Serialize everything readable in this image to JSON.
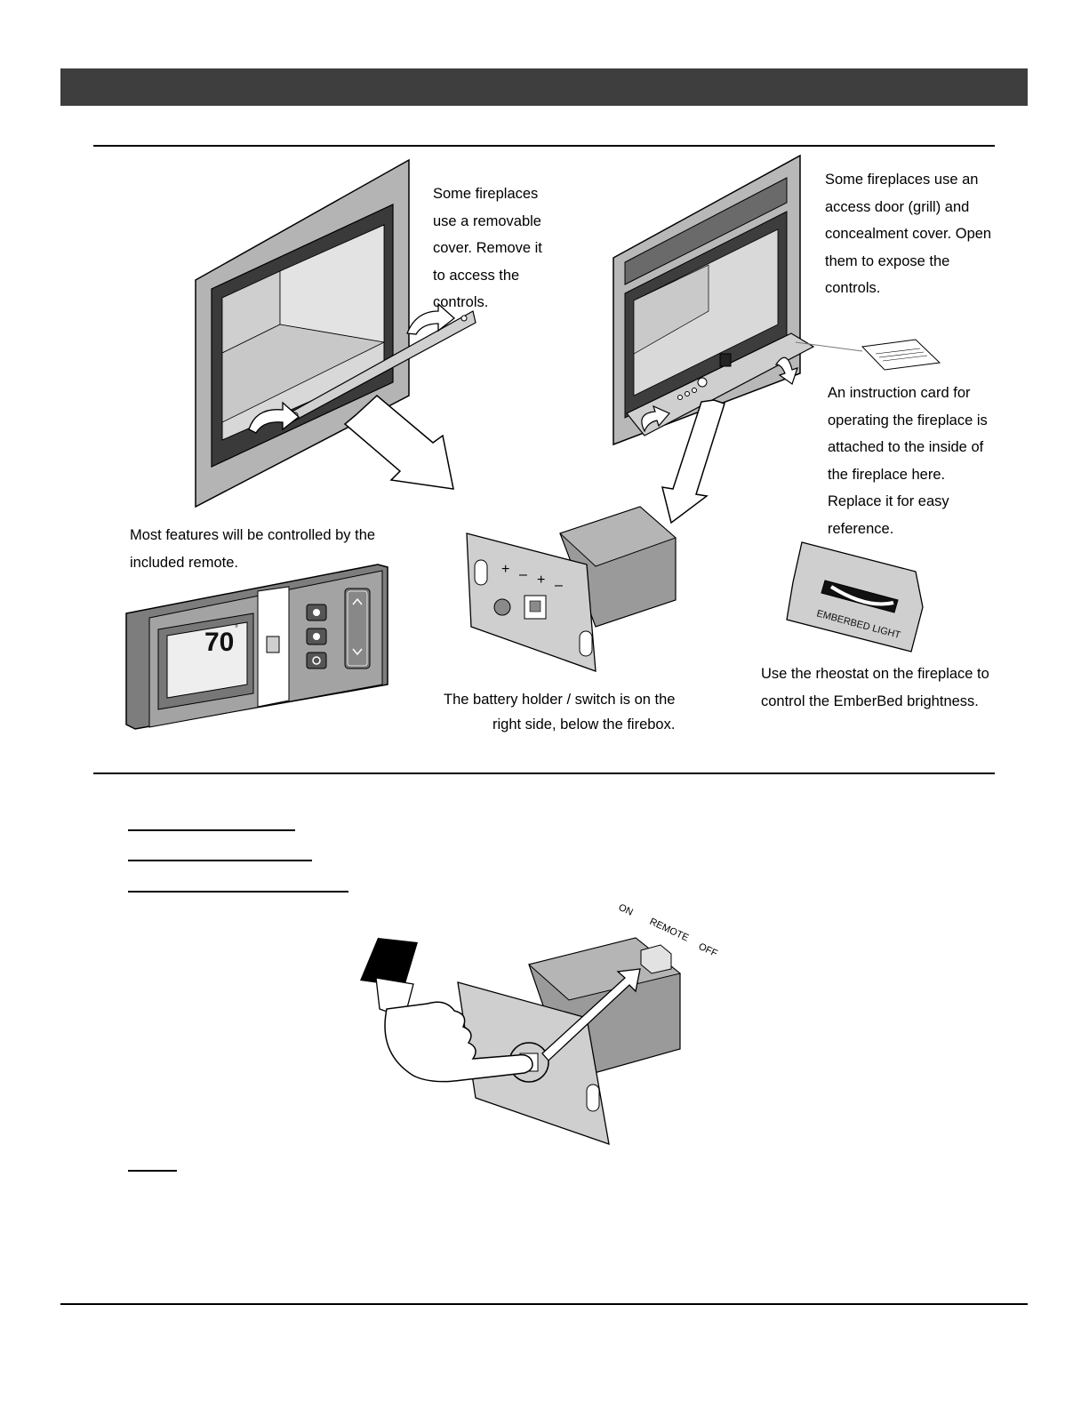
{
  "captions": {
    "removable_cover": "Some fireplaces\nuse a removable\ncover.  Remove it\nto access the\ncontrols.",
    "access_door": "Some fireplaces use an\naccess door (grill) and\nconcealment cover.  Open\nthem to expose the\ncontrols.",
    "instruction_card": "An  instruction card for\noperating the fireplace is\nattached to the inside of\nthe fireplace here.\nReplace it for easy\nreference.",
    "remote": "Most features will be controlled by the\nincluded remote.",
    "battery_holder_line1": "The battery holder / switch is on the",
    "battery_holder_line2": "right side, below the firebox.",
    "rheostat": "Use the rheostat on the fireplace to\ncontrol the EmberBed brightness."
  },
  "remote_display": {
    "temperature": "70",
    "unit": "°"
  },
  "rheostat_label": "EMBERBED LIGHT",
  "switch_labels": {
    "on": "ON",
    "remote": "REMOTE",
    "off": "OFF"
  },
  "battery_marks": {
    "plus": "+",
    "minus": "–"
  }
}
